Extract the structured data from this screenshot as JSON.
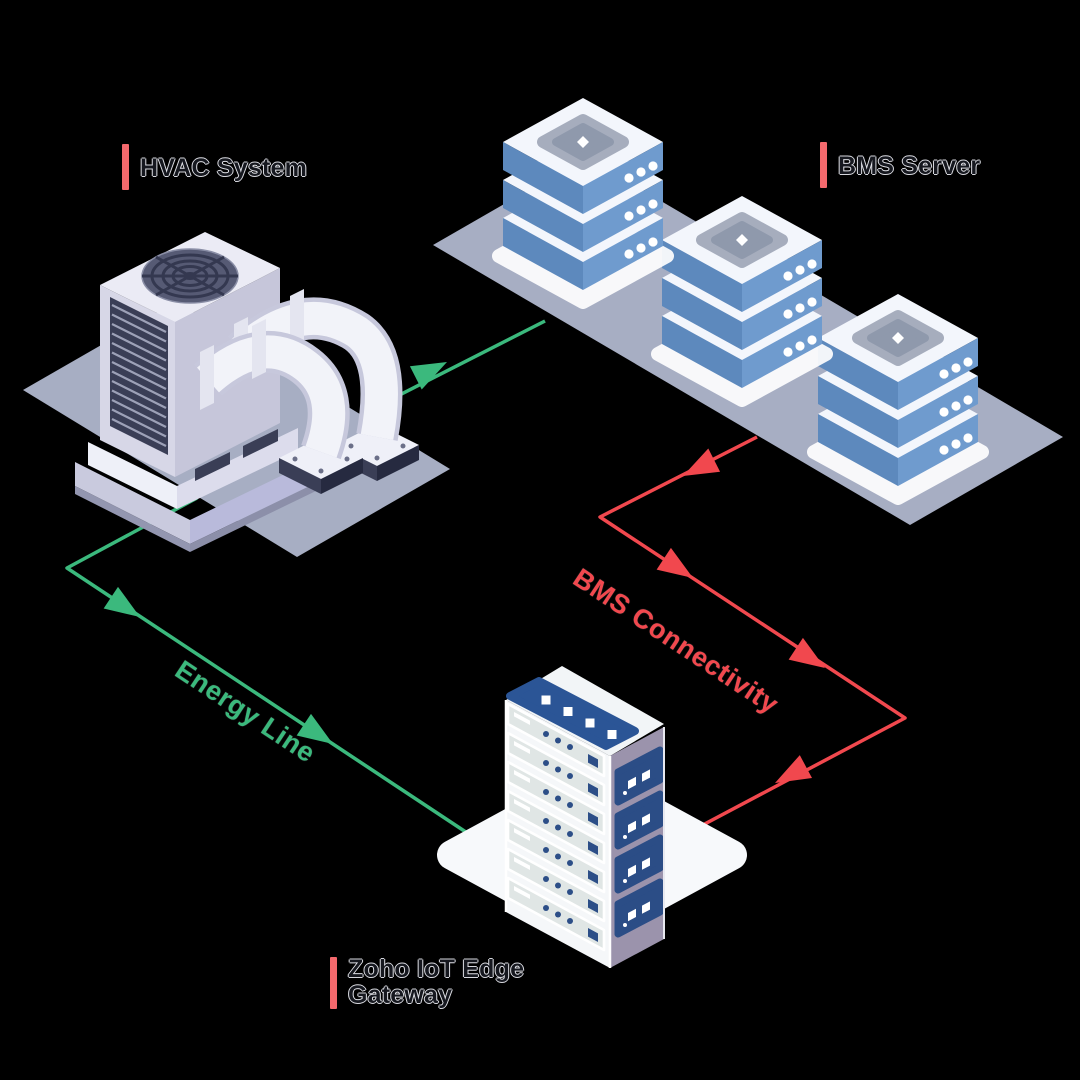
{
  "background_color": "#000000",
  "colors": {
    "platform": "#a7aec3",
    "accent_bar": "#f4696d",
    "node_label_text": "#16181f",
    "energy_line": "#3bb97d",
    "bms_line": "#f1484e",
    "server_blue_left": "#5d89bd",
    "server_blue_right": "#6f9bce",
    "server_top_white": "#f3f6fc",
    "gateway_side": "#9b93ac",
    "gateway_navy": "#2b4d86",
    "hvac_lavender": "#d7d7e7",
    "hvac_dark": "#3a3e56"
  },
  "nodes": {
    "hvac": {
      "label": "HVAC System"
    },
    "bms_server": {
      "label": "BMS Server"
    },
    "gateway": {
      "label": "Zoho IoT Edge Gateway"
    }
  },
  "connections": {
    "energy": {
      "label": "Energy Line"
    },
    "bms_connectivity": {
      "label": "BMS Connectivity"
    }
  }
}
